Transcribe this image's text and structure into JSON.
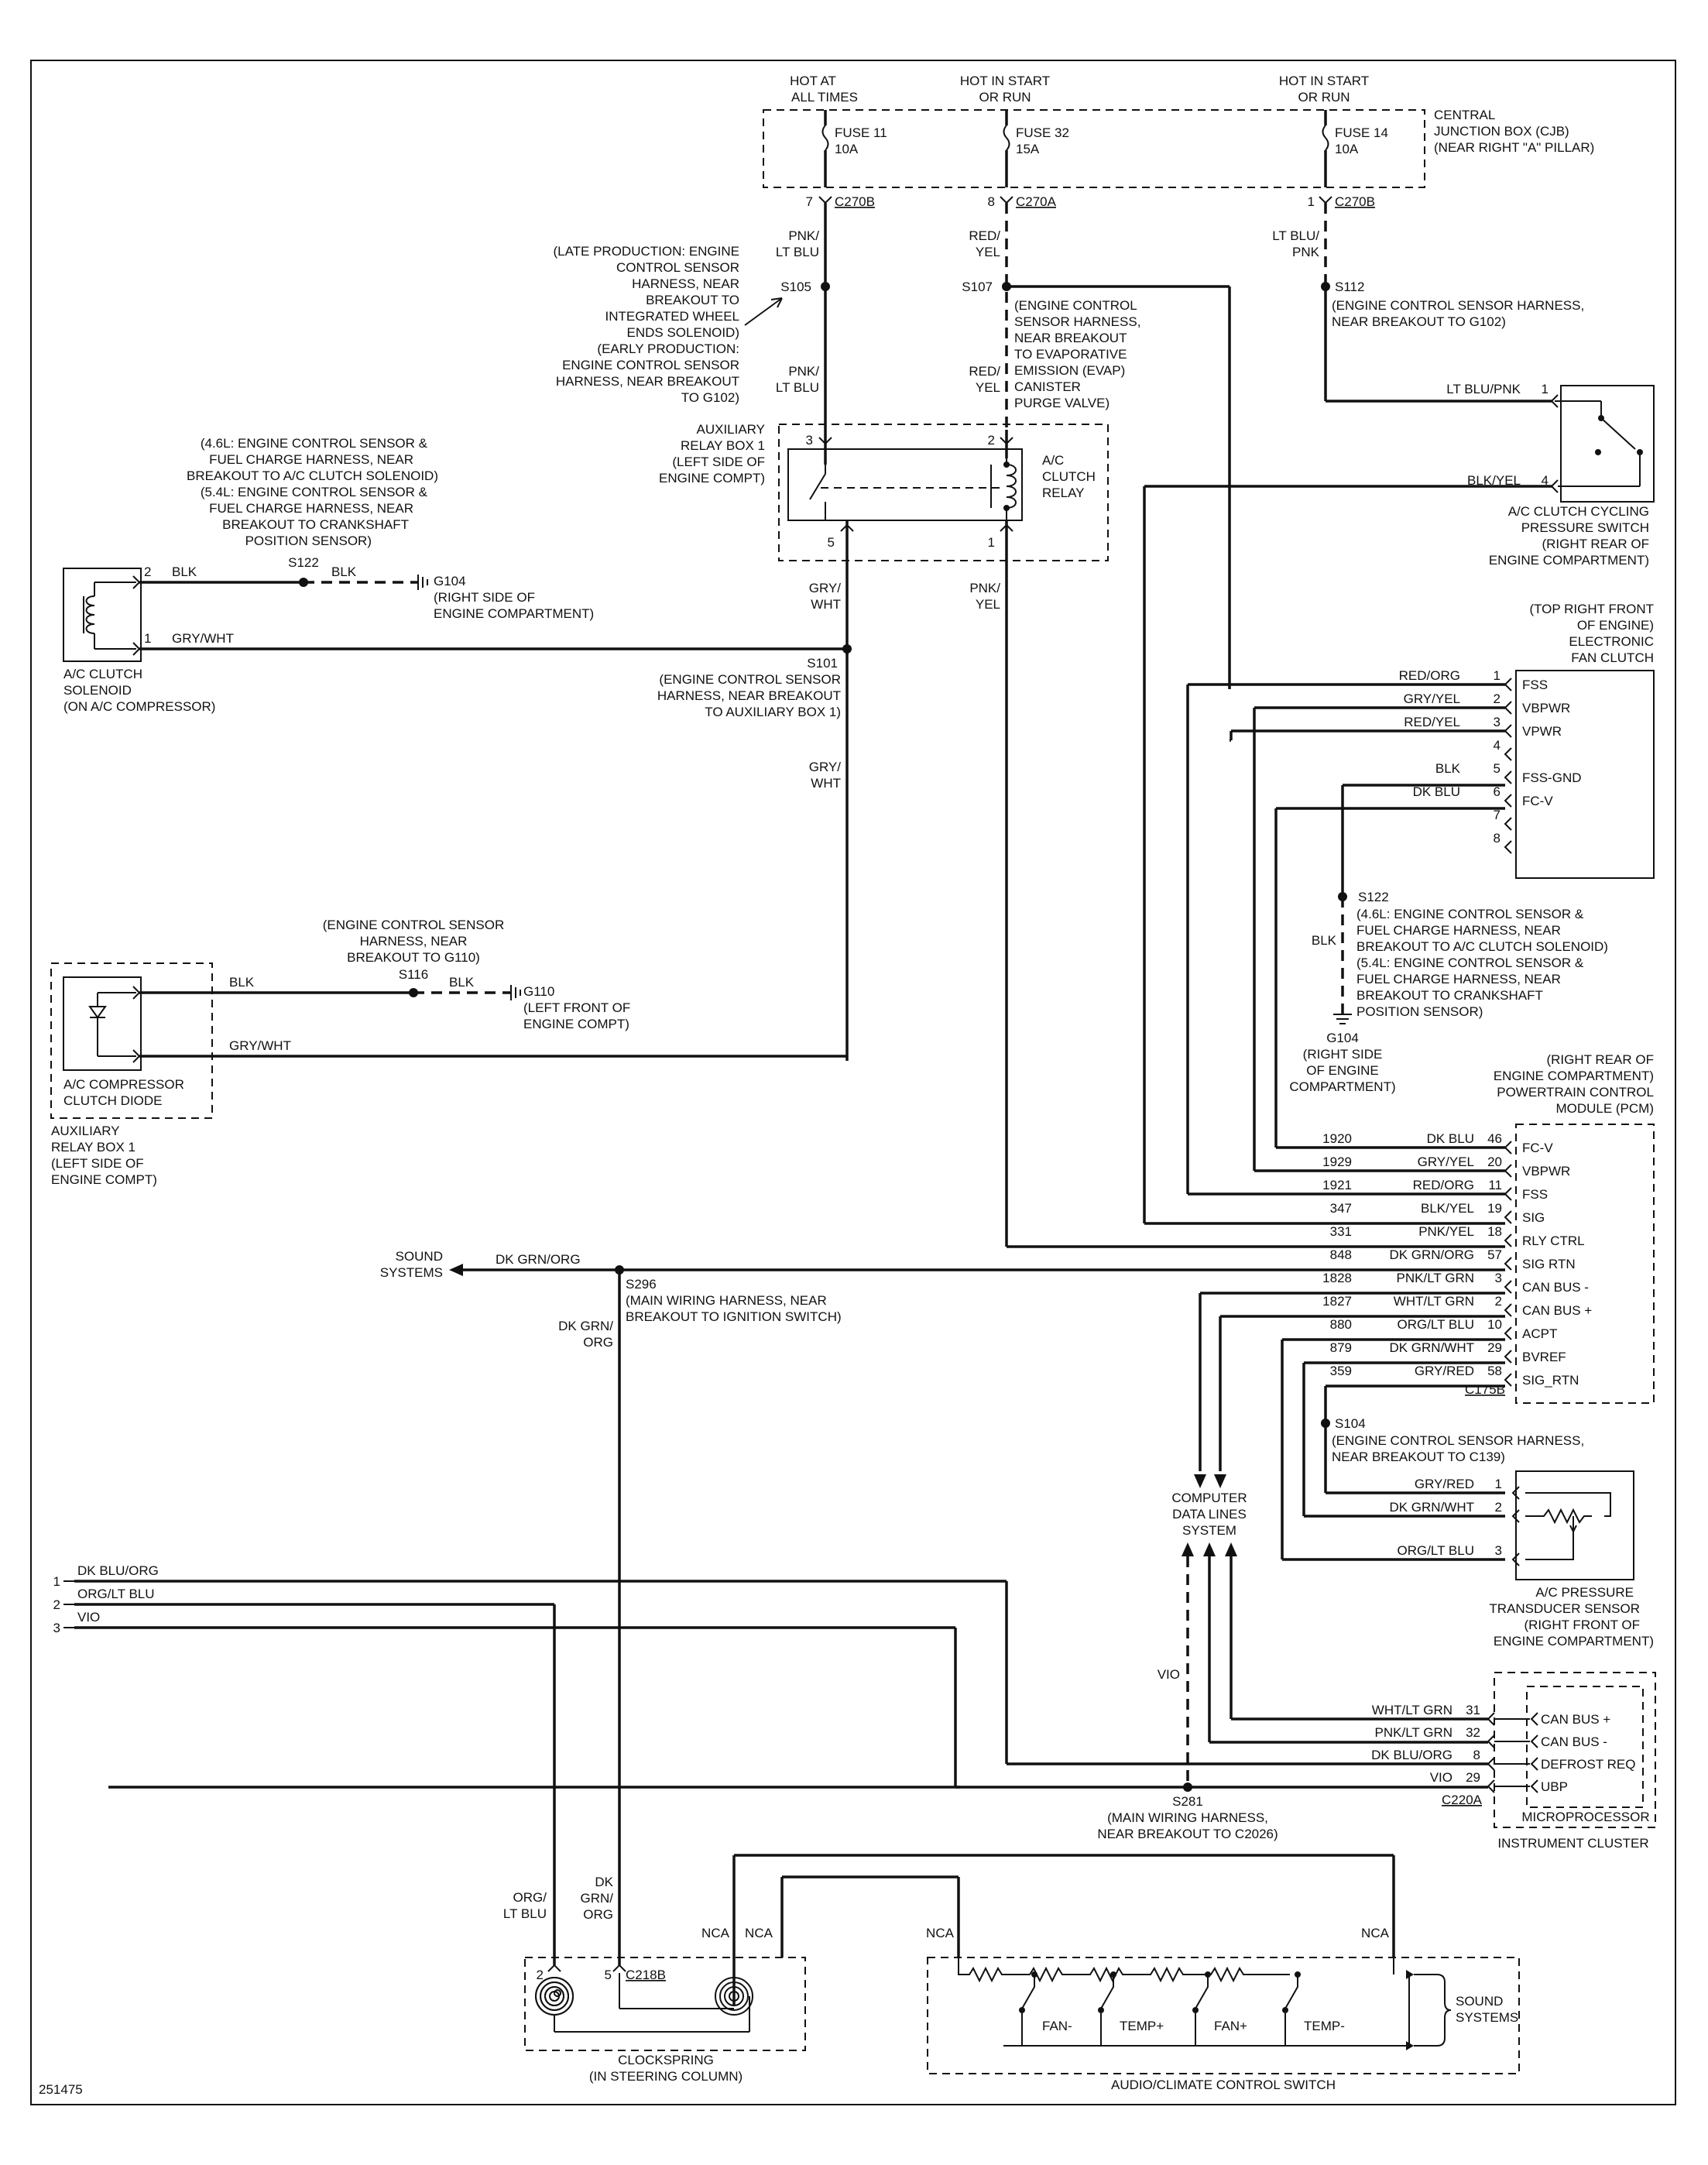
{
  "fuse_block": {
    "fuse11_feed": [
      "HOT AT",
      "ALL TIMES"
    ],
    "fuse32_feed": [
      "HOT IN START",
      "OR RUN"
    ],
    "fuse14_feed": [
      "HOT IN START",
      "OR RUN"
    ],
    "cjb_label": [
      "CENTRAL",
      "JUNCTION BOX (CJB)",
      "(NEAR RIGHT \"A\" PILLAR)"
    ],
    "fuse11": [
      "FUSE 11",
      "10A"
    ],
    "fuse32": [
      "FUSE 32",
      "15A"
    ],
    "fuse14": [
      "FUSE 14",
      "10A"
    ],
    "pin7": "7",
    "conn_c270b_a": "C270B",
    "pin8": "8",
    "conn_c270a": "C270A",
    "pin1": "1",
    "conn_c270b_b": "C270B"
  },
  "wires_top": {
    "pnk_ltblu": [
      "PNK/",
      "LT BLU"
    ],
    "red_yel": [
      "RED/",
      "YEL"
    ],
    "ltblu_pnk": [
      "LT BLU/",
      "PNK"
    ],
    "s105": "S105",
    "s107": "S107",
    "s112": "S112",
    "s105_note": [
      "(LATE PRODUCTION: ENGINE",
      "CONTROL SENSOR",
      "HARNESS, NEAR",
      "BREAKOUT TO",
      "INTEGRATED WHEEL",
      "ENDS SOLENOID)",
      "(EARLY PRODUCTION:",
      "ENGINE CONTROL SENSOR",
      "HARNESS, NEAR BREAKOUT",
      "TO G102)"
    ],
    "s107_note": [
      "(ENGINE CONTROL",
      "SENSOR HARNESS,",
      "NEAR BREAKOUT",
      "TO EVAPORATIVE",
      "EMISSION (EVAP)",
      "CANISTER",
      "PURGE VALVE)"
    ],
    "s112_note": [
      "(ENGINE CONTROL SENSOR HARNESS,",
      "NEAR BREAKOUT TO G102)"
    ]
  },
  "relay": {
    "title": [
      "AUXILIARY",
      "RELAY BOX 1",
      "(LEFT SIDE OF",
      "ENGINE COMPT)"
    ],
    "relay_name": [
      "A/C",
      "CLUTCH",
      "RELAY"
    ],
    "pin3": "3",
    "pin2": "2",
    "pin5": "5",
    "pin1": "1",
    "pnk_ltblu": [
      "PNK/",
      "LT BLU"
    ],
    "red_yel": [
      "RED/",
      "YEL"
    ],
    "gry_wht": [
      "GRY/",
      "WHT"
    ],
    "pnk_yel": [
      "PNK/",
      "YEL"
    ]
  },
  "ac_clutch": {
    "harness_note": [
      "(4.6L: ENGINE CONTROL SENSOR &",
      "FUEL CHARGE HARNESS, NEAR",
      "BREAKOUT TO A/C CLUTCH SOLENOID)",
      "(5.4L: ENGINE CONTROL SENSOR &",
      "FUEL CHARGE HARNESS, NEAR",
      "BREAKOUT TO CRANKSHAFT",
      "POSITION SENSOR)"
    ],
    "pin2": "2",
    "blk": "BLK",
    "s122": "S122",
    "blk2": "BLK",
    "g104": "G104",
    "g104_note": [
      "(RIGHT SIDE OF",
      "ENGINE COMPARTMENT)"
    ],
    "pin1": "1",
    "gry_wht": "GRY/WHT",
    "solenoid": [
      "A/C CLUTCH",
      "SOLENOID",
      "(ON A/C COMPRESSOR)"
    ],
    "s101": "S101",
    "s101_note": [
      "(ENGINE CONTROL SENSOR",
      "HARNESS, NEAR BREAKOUT",
      "TO AUXILIARY BOX 1)"
    ],
    "gry_wht2": [
      "GRY/",
      "WHT"
    ]
  },
  "diode": {
    "harness_note": [
      "(ENGINE CONTROL SENSOR",
      "HARNESS, NEAR",
      "BREAKOUT TO G110)"
    ],
    "blk": "BLK",
    "s116": "S116",
    "blk2": "BLK",
    "g110": "G110",
    "g110_note": [
      "(LEFT FRONT OF",
      "ENGINE COMPT)"
    ],
    "gry_wht": "GRY/WHT",
    "label": [
      "A/C COMPRESSOR",
      "CLUTCH DIODE"
    ],
    "box_label": [
      "AUXILIARY",
      "RELAY BOX 1",
      "(LEFT SIDE OF",
      "ENGINE COMPT)"
    ]
  },
  "pressure_switch": {
    "ltblu_pnk": "LT BLU/PNK",
    "pin1": "1",
    "blk_yel": "BLK/YEL",
    "pin4": "4",
    "label": [
      "A/C CLUTCH CYCLING",
      "PRESSURE SWITCH",
      "(RIGHT REAR OF",
      "ENGINE COMPARTMENT)"
    ]
  },
  "fan_clutch": {
    "label": [
      "(TOP RIGHT FRONT",
      "OF ENGINE)",
      "ELECTRONIC",
      "FAN CLUTCH"
    ],
    "pins": [
      {
        "wire": "RED/ORG",
        "pin": "1",
        "name": "FSS"
      },
      {
        "wire": "GRY/YEL",
        "pin": "2",
        "name": "VBPWR"
      },
      {
        "wire": "RED/YEL",
        "pin": "3",
        "name": "VPWR"
      },
      {
        "wire": "",
        "pin": "4",
        "name": ""
      },
      {
        "wire": "BLK",
        "pin": "5",
        "name": "FSS-GND"
      },
      {
        "wire": "DK BLU",
        "pin": "6",
        "name": "FC-V"
      },
      {
        "wire": "",
        "pin": "7",
        "name": ""
      },
      {
        "wire": "",
        "pin": "8",
        "name": ""
      }
    ],
    "s122": "S122",
    "blk": "BLK",
    "s122_note": [
      "(4.6L: ENGINE CONTROL SENSOR &",
      "FUEL CHARGE HARNESS, NEAR",
      "BREAKOUT TO A/C CLUTCH SOLENOID)",
      "(5.4L: ENGINE CONTROL SENSOR &",
      "FUEL CHARGE HARNESS, NEAR",
      "BREAKOUT TO CRANKSHAFT",
      "POSITION SENSOR)"
    ],
    "g104": "G104",
    "g104_note": [
      "(RIGHT SIDE",
      "OF ENGINE",
      "COMPARTMENT)"
    ]
  },
  "pcm": {
    "label": [
      "(RIGHT REAR OF",
      "ENGINE COMPARTMENT)",
      "POWERTRAIN CONTROL",
      "MODULE (PCM)"
    ],
    "pins": [
      {
        "circuit": "1920",
        "wire": "DK BLU",
        "pin": "46",
        "name": "FC-V"
      },
      {
        "circuit": "1929",
        "wire": "GRY/YEL",
        "pin": "20",
        "name": "VBPWR"
      },
      {
        "circuit": "1921",
        "wire": "RED/ORG",
        "pin": "11",
        "name": "FSS"
      },
      {
        "circuit": "347",
        "wire": "BLK/YEL",
        "pin": "19",
        "name": "SIG"
      },
      {
        "circuit": "331",
        "wire": "PNK/YEL",
        "pin": "18",
        "name": "RLY CTRL"
      },
      {
        "circuit": "848",
        "wire": "DK GRN/ORG",
        "pin": "57",
        "name": "SIG RTN"
      },
      {
        "circuit": "1828",
        "wire": "PNK/LT GRN",
        "pin": "3",
        "name": "CAN BUS -"
      },
      {
        "circuit": "1827",
        "wire": "WHT/LT GRN",
        "pin": "2",
        "name": "CAN BUS +"
      },
      {
        "circuit": "880",
        "wire": "ORG/LT BLU",
        "pin": "10",
        "name": "ACPT"
      },
      {
        "circuit": "879",
        "wire": "DK GRN/WHT",
        "pin": "29",
        "name": "BVREF"
      },
      {
        "circuit": "359",
        "wire": "GRY/RED",
        "pin": "58",
        "name": "SIG_RTN"
      }
    ],
    "connector": "C175B"
  },
  "sound": {
    "label": [
      "SOUND",
      "SYSTEMS"
    ],
    "wire": "DK GRN/ORG",
    "s296": "S296",
    "s296_note": [
      "(MAIN WIRING HARNESS, NEAR",
      "BREAKOUT TO IGNITION SWITCH)"
    ],
    "dkgrn_org": [
      "DK GRN/",
      "ORG"
    ]
  },
  "transducer": {
    "s104": "S104",
    "s104_note": [
      "(ENGINE CONTROL SENSOR HARNESS,",
      "NEAR BREAKOUT TO C139)"
    ],
    "pins": [
      {
        "wire": "GRY/RED",
        "pin": "1"
      },
      {
        "wire": "DK GRN/WHT",
        "pin": "2"
      },
      {
        "wire": "ORG/LT BLU",
        "pin": "3"
      }
    ],
    "label": [
      "A/C  PRESSURE",
      "TRANSDUCER SENSOR",
      "(RIGHT FRONT OF",
      "ENGINE COMPARTMENT)"
    ]
  },
  "data_lines": {
    "label": [
      "COMPUTER",
      "DATA LINES",
      "SYSTEM"
    ],
    "vio": "VIO"
  },
  "cluster": {
    "pins": [
      {
        "wire": "WHT/LT GRN",
        "pin": "31",
        "name": "CAN BUS +"
      },
      {
        "wire": "PNK/LT GRN",
        "pin": "32",
        "name": "CAN BUS -"
      },
      {
        "wire": "DK BLU/ORG",
        "pin": "8",
        "name": "DEFROST REQ"
      },
      {
        "wire": "VIO",
        "pin": "29",
        "name": "UBP"
      }
    ],
    "connector": "C220A",
    "micro": "MICROPROCESSOR",
    "label": "INSTRUMENT CLUSTER",
    "s281": "S281",
    "s281_note": [
      "(MAIN WIRING HARNESS,",
      "NEAR BREAKOUT TO C2026)"
    ]
  },
  "left_feeds": [
    {
      "num": "1",
      "wire": "DK BLU/ORG"
    },
    {
      "num": "2",
      "wire": "ORG/LT BLU"
    },
    {
      "num": "3",
      "wire": "VIO"
    }
  ],
  "clockspring": {
    "org_ltblu": [
      "ORG/",
      "LT BLU"
    ],
    "dk_grn_org": [
      "DK",
      "GRN/",
      "ORG"
    ],
    "nca1": "NCA",
    "nca2": "NCA",
    "pin2": "2",
    "pin5": "5",
    "connector": "C218B",
    "label": [
      "CLOCKSPRING",
      "(IN STEERING COLUMN)"
    ]
  },
  "switch": {
    "nca_left": "NCA",
    "nca_right": "NCA",
    "buttons": [
      "FAN-",
      "TEMP+",
      "FAN+",
      "TEMP-"
    ],
    "sound": [
      "SOUND",
      "SYSTEMS"
    ],
    "label": "AUDIO/CLIMATE CONTROL SWITCH"
  },
  "figure_number": "251475"
}
